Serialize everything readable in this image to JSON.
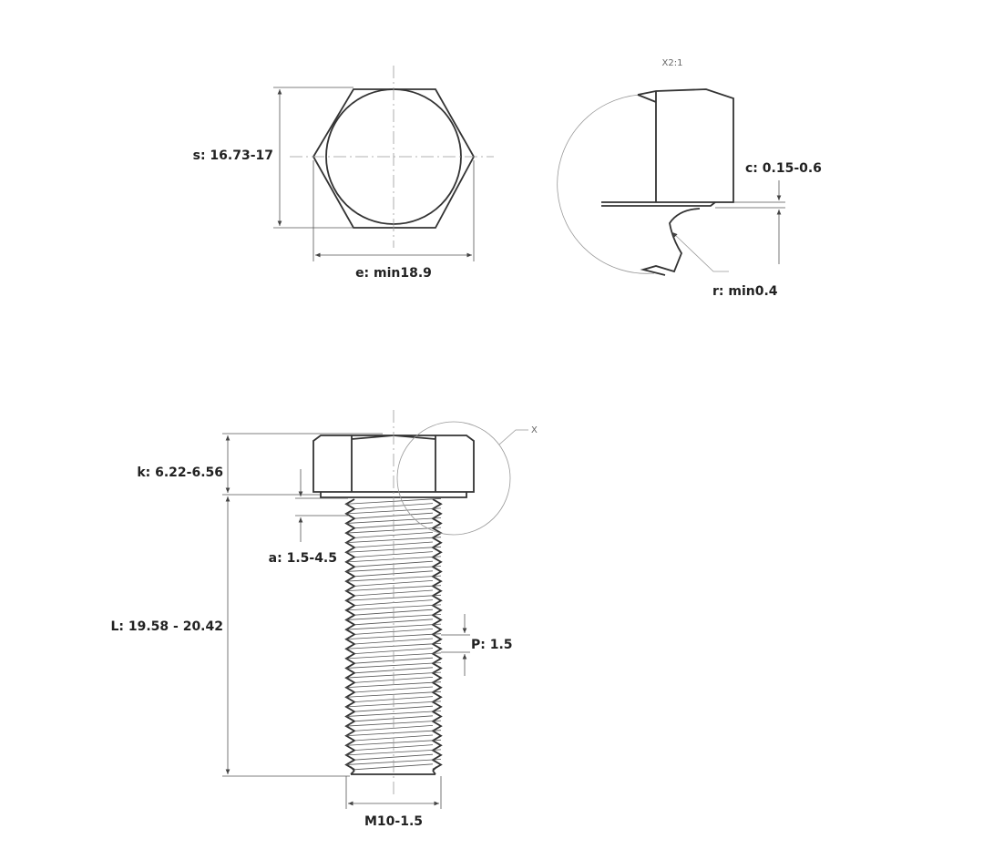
{
  "drawing": {
    "top_view": {
      "s_label": "s: 16.73-17",
      "e_label": "e: min18.9"
    },
    "detail_view": {
      "scale_label": "X2:1",
      "c_label": "c: 0.15-0.6",
      "r_label": "r: min0.4"
    },
    "side_view": {
      "detail_marker": "X",
      "k_label": "k: 6.22-6.56",
      "a_label": "a: 1.5-4.5",
      "L_label": "L: 19.58 - 20.42",
      "P_label": "P: 1.5",
      "thread_label": "M10-1.5"
    }
  }
}
